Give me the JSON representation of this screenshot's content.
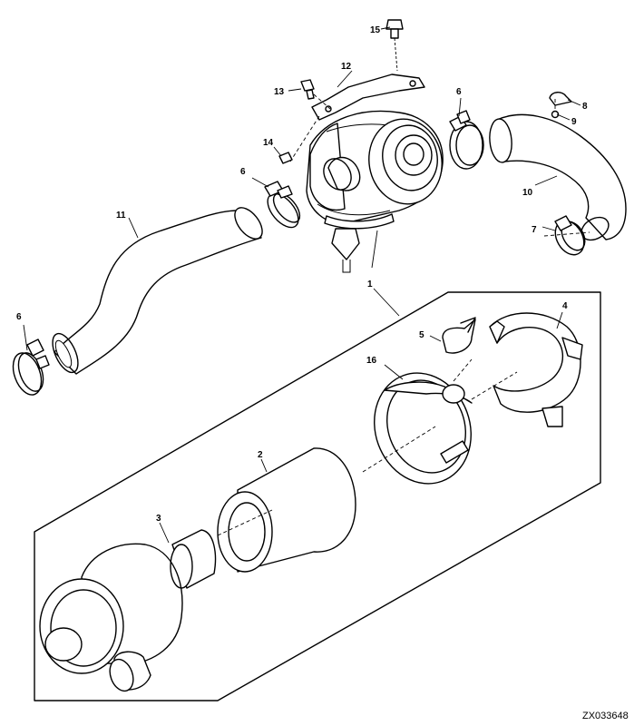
{
  "callouts": {
    "c1": "1",
    "c2": "2",
    "c3": "3",
    "c4": "4",
    "c5": "5",
    "c6a": "6",
    "c6b": "6",
    "c6c": "6",
    "c7": "7",
    "c8": "8",
    "c9": "9",
    "c10": "10",
    "c11": "11",
    "c12": "12",
    "c13": "13",
    "c14": "14",
    "c15": "15",
    "c16": "16"
  },
  "reference_code": "ZX033648",
  "colors": {
    "line": "#000000",
    "background": "#ffffff"
  }
}
